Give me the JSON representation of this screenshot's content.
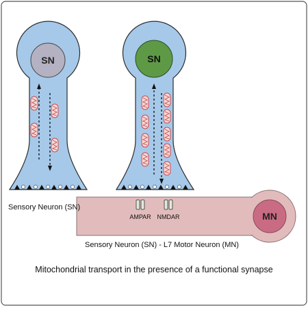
{
  "figure": {
    "caption": "Mitochondrial  transport in the presence of a functional synapse"
  },
  "neuron_left": {
    "soma_label": "SN",
    "caption": "Sensory Neuron (SN)"
  },
  "neuron_right": {
    "soma_label": "SN",
    "caption": "Sensory Neuron (SN) - L7 Motor Neuron (MN)"
  },
  "motor_neuron": {
    "soma_label": "MN"
  },
  "receptors": {
    "ampar_label": "AMPAR",
    "nmdar_label": "NMDAR"
  },
  "colors": {
    "neuron_fill": "#a6c9ea",
    "neuron_stroke": "#2b2b2b",
    "soma_left": "#b3b1c2",
    "soma_right": "#5e9a45",
    "motor_axon": "#e2bcbc",
    "motor_soma": "#c96c83",
    "mito_fill": "#f3dada",
    "mito_stroke": "#cc4a4a",
    "receptor_fill": "#dfe8da"
  }
}
